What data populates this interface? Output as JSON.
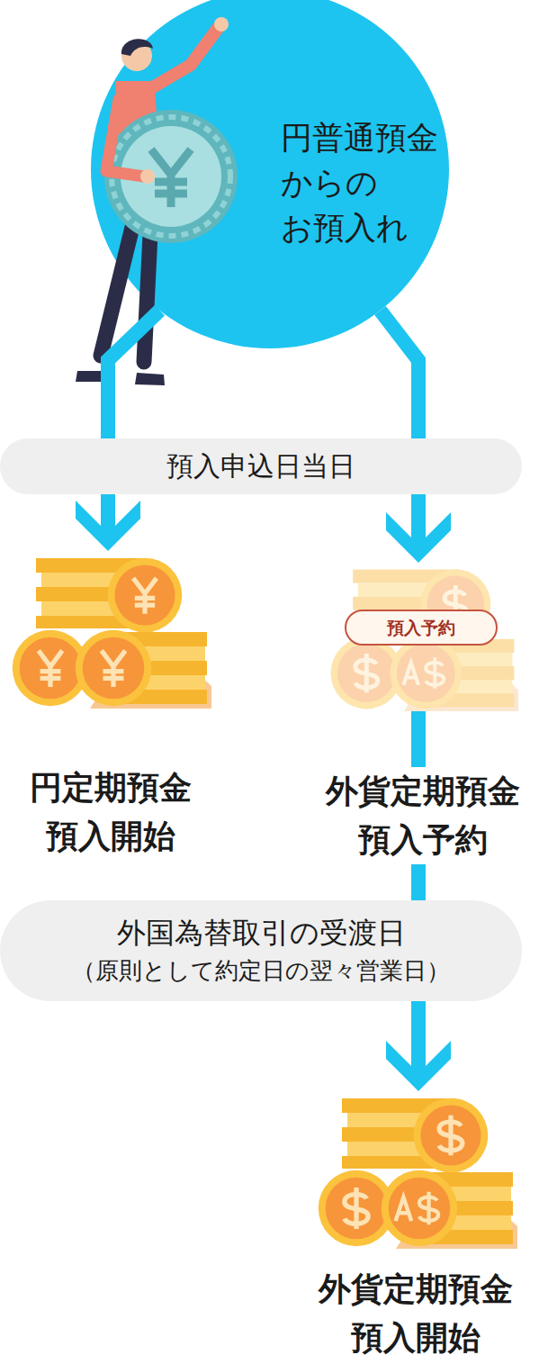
{
  "diagram": {
    "nodes": [
      {
        "text": [
          "円普通預金 からの お預入れ"
        ]
      },
      {
        "text": [
          "預入申込日当日"
        ]
      },
      {
        "text": [
          "円定期預金 預入開始"
        ]
      },
      {
        "text": [
          "外貨定期預金 預入予約"
        ]
      },
      {
        "text": [
          "預入予約"
        ],
        "in": 3
      },
      {
        "text": [
          "外国為替取引の受渡日",
          "（原則として約定日の翌々営業日）"
        ]
      },
      {
        "text": [
          "外貨定期預金 預入開始"
        ]
      }
    ],
    "edges": [
      {
        "from": 0,
        "to": 2,
        "arrow": "to"
      },
      {
        "from": 0,
        "to": 3,
        "arrow": "to"
      },
      {
        "from": 3,
        "to": 6,
        "arrow": "to"
      }
    ]
  }
}
